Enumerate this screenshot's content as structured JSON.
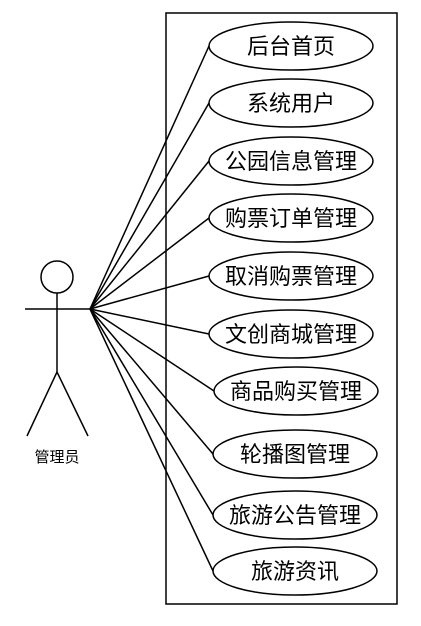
{
  "actor": {
    "label": "管理员"
  },
  "use_cases": [
    "后台首页",
    "系统用户",
    "公园信息管理",
    "购票订单管理",
    "取消购票管理",
    "文创商城管理",
    "商品购买管理",
    "轮播图管理",
    "旅游公告管理",
    "旅游资讯"
  ]
}
